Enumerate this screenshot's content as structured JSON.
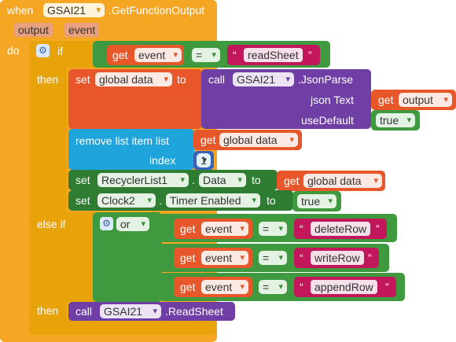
{
  "event_block": {
    "when": "when",
    "component": "GSAI21",
    "event_name": ".GetFunctionOutput",
    "params": [
      "output",
      "event"
    ],
    "do": "do"
  },
  "if_block": {
    "if": "if",
    "then": "then",
    "else_if": "else if",
    "then2": "then"
  },
  "condition1": {
    "get": "get",
    "var": "event",
    "op": "=",
    "text": "readSheet"
  },
  "set_data": {
    "set": "set",
    "var": "global data",
    "to": "to"
  },
  "call_jsonparse": {
    "call": "call",
    "component": "GSAI21",
    "method": ".JsonParse",
    "arg1_label": "json Text",
    "arg2_label": "useDefault",
    "arg1_get": "get",
    "arg1_var": "output",
    "arg2_value": "true"
  },
  "remove_list_item": {
    "label": "remove list item  list",
    "get": "get",
    "var": "global data",
    "index_label": "index",
    "index_value": "1"
  },
  "set_recycler": {
    "set": "set",
    "component": "RecyclerList1",
    "prop": "Data",
    "to": "to",
    "get": "get",
    "var": "global data"
  },
  "set_clock": {
    "set": "set",
    "component": "Clock2",
    "prop": "Timer Enabled",
    "to": "to",
    "value": "true"
  },
  "or_block": {
    "op": "or",
    "conditions": [
      {
        "get": "get",
        "var": "event",
        "op": "=",
        "text": "deleteRow"
      },
      {
        "get": "get",
        "var": "event",
        "op": "=",
        "text": "writeRow"
      },
      {
        "get": "get",
        "var": "event",
        "op": "=",
        "text": "appendRow"
      }
    ]
  },
  "call_readsheet": {
    "call": "call",
    "component": "GSAI21",
    "method": ".ReadSheet"
  },
  "colors": {
    "event_orange": "#f5a623",
    "control_yellow": "#e8a20a",
    "logic_green": "#3f9a3f",
    "text_pink": "#c2185b",
    "variable_red": "#e8572a",
    "component_purple": "#6f3fa6",
    "list_blue": "#1fa4dc"
  }
}
